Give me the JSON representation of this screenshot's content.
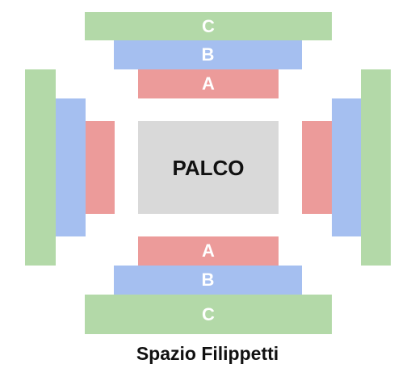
{
  "colors": {
    "section_a": "#ec9b9a",
    "section_b": "#a5bff0",
    "section_c": "#b3d9a8",
    "stage": "#d9d9d9"
  },
  "sections": {
    "top_c": "C",
    "top_b": "B",
    "top_a": "A",
    "bottom_a": "A",
    "bottom_b": "B",
    "bottom_c": "C"
  },
  "stage_label": "PALCO",
  "venue_name": "Spazio Filippetti"
}
